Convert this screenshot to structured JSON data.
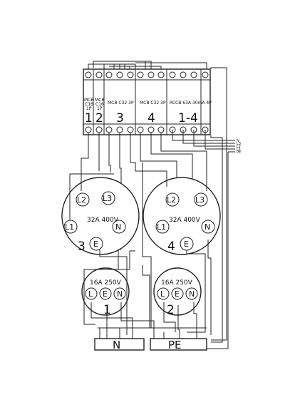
{
  "breakers": [
    {
      "type": "MCB",
      "rating": "C16",
      "poles": "1P",
      "circuit": "1"
    },
    {
      "type": "MCB",
      "rating": "C16",
      "poles": "1P",
      "circuit": "2"
    },
    {
      "type": "MCB",
      "rating": "C32",
      "poles": "3P",
      "label": "MCB C32 3P",
      "circuit": "3"
    },
    {
      "type": "MCB",
      "rating": "C32",
      "poles": "3P",
      "label": "MCB C32 3P",
      "circuit": "4"
    },
    {
      "type": "RCCB",
      "label": "RCCB 63A 30mA 4P",
      "circuit": "1-4"
    }
  ],
  "supply_labels": [
    "N",
    "L3",
    "L2",
    "L1",
    "PE"
  ],
  "sockets_3phase": [
    {
      "rating": "32A 400V",
      "number": "3",
      "pins": [
        "L2",
        "L3",
        "L1",
        "N",
        "E"
      ]
    },
    {
      "rating": "32A 400V",
      "number": "4",
      "pins": [
        "L2",
        "L3",
        "L1",
        "N",
        "E"
      ]
    }
  ],
  "sockets_1phase": [
    {
      "rating": "16A 250V",
      "number": "1",
      "pins": [
        "L",
        "E",
        "N"
      ]
    },
    {
      "rating": "16A 250V",
      "number": "2",
      "pins": [
        "L",
        "E",
        "N"
      ]
    }
  ],
  "busbars": [
    {
      "label": "N"
    },
    {
      "label": "PE"
    }
  ]
}
